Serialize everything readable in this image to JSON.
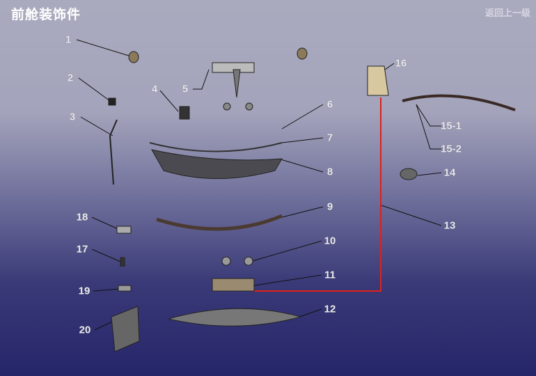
{
  "header": {
    "title": "前舱装饰件",
    "back_link": "返回上一级"
  },
  "callouts": [
    "1",
    "2",
    "3",
    "4",
    "5",
    "6",
    "7",
    "8",
    "9",
    "10",
    "11",
    "12",
    "13",
    "14",
    "15-1",
    "15-2",
    "16",
    "17",
    "18",
    "19",
    "20"
  ],
  "colors": {
    "highlight_line": "#e0201c"
  }
}
